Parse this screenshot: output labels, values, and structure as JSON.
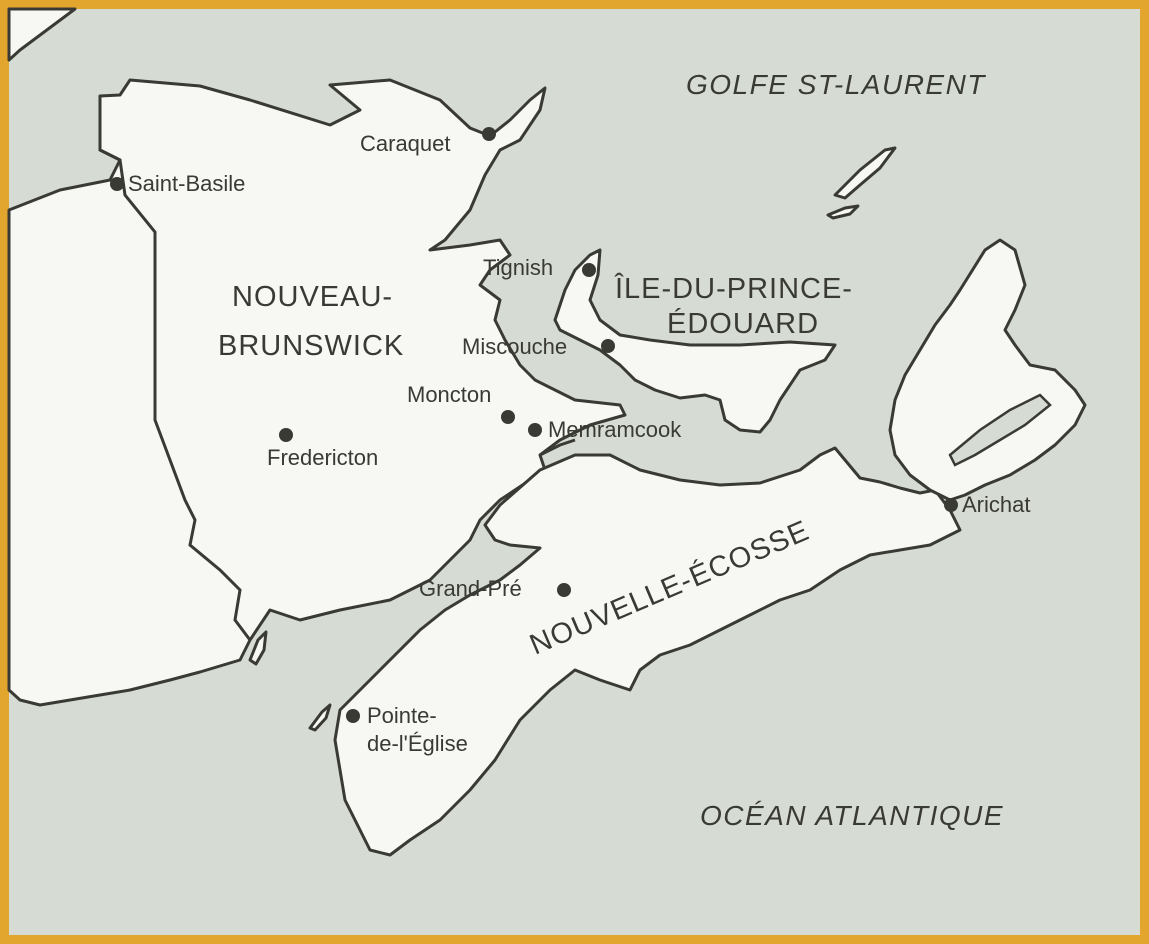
{
  "colors": {
    "frame": "#e2a62e",
    "water": "#d6dcd4",
    "land": "#f7f7f4",
    "ink": "#3a3a34"
  },
  "water_bodies": {
    "gulf": "GOLFE ST-LAURENT",
    "ocean": "OCÉAN ATLANTIQUE"
  },
  "provinces": {
    "nb_line1": "NOUVEAU-",
    "nb_line2": "BRUNSWICK",
    "pei_line1": "ÎLE-DU-PRINCE-",
    "pei_line2": "ÉDOUARD",
    "ns": "NOUVELLE-ÉCOSSE"
  },
  "cities": [
    {
      "name": "Caraquet"
    },
    {
      "name": "Saint-Basile"
    },
    {
      "name": "Tignish"
    },
    {
      "name": "Miscouche"
    },
    {
      "name": "Moncton"
    },
    {
      "name": "Memramcook"
    },
    {
      "name": "Fredericton"
    },
    {
      "name": "Arichat"
    },
    {
      "name": "Grand-Pré"
    },
    {
      "name": "Pointe-",
      "name2": "de-l'Église"
    }
  ]
}
